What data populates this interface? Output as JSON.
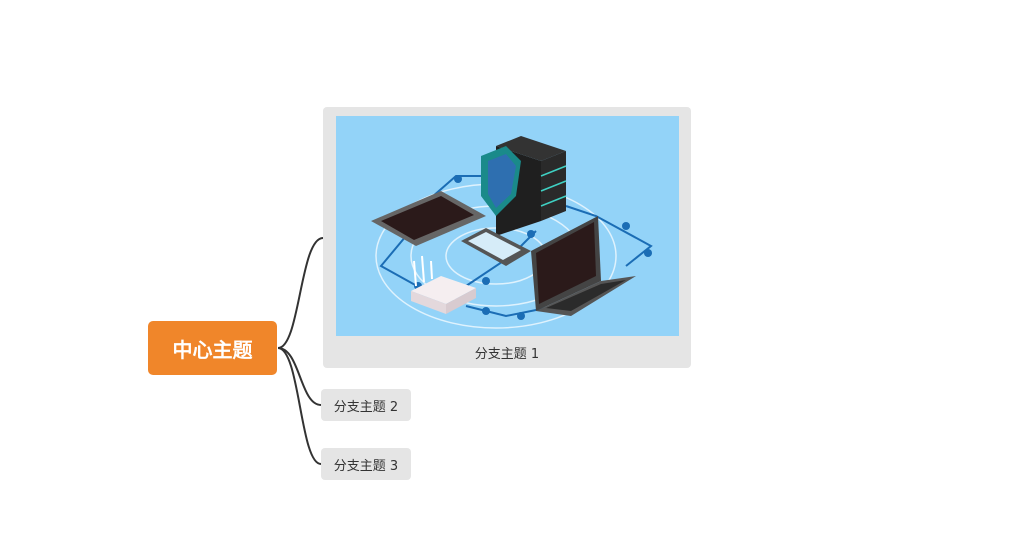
{
  "central_topic": {
    "label": "中心主题",
    "color": "#F0862A"
  },
  "branches": [
    {
      "label": "分支主题 1",
      "has_image": true,
      "image_icon": "network-security-illustration"
    },
    {
      "label": "分支主题 2"
    },
    {
      "label": "分支主题 3"
    }
  ]
}
